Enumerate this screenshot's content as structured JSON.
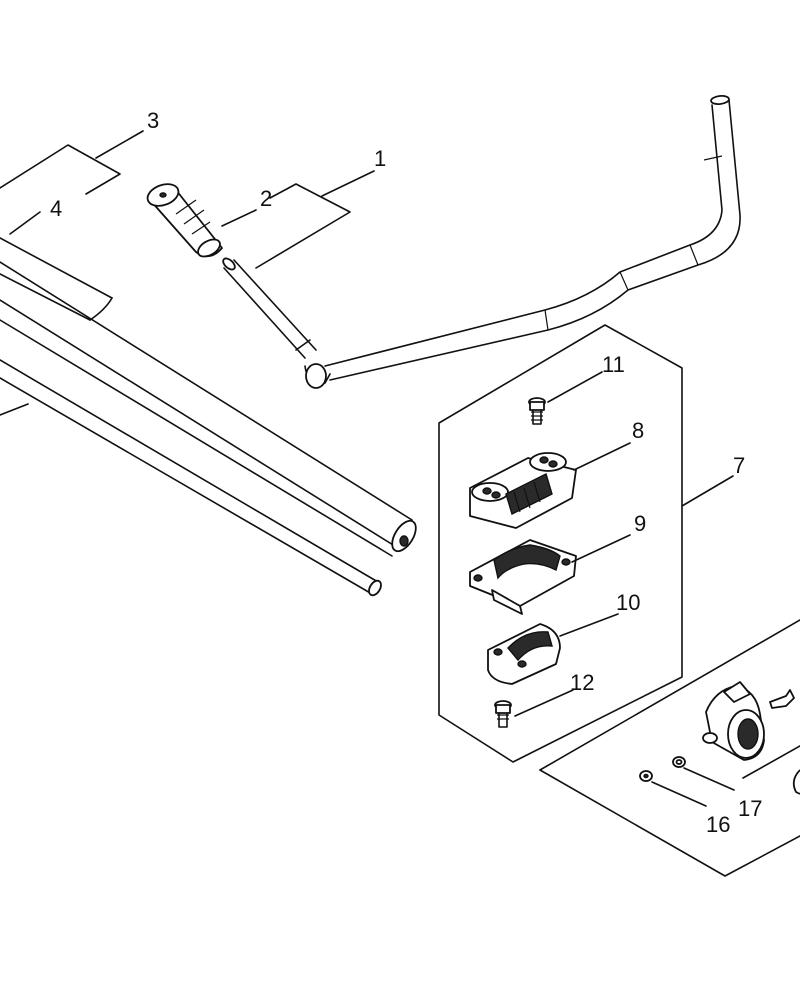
{
  "callouts": [
    {
      "id": "1",
      "label": "1"
    },
    {
      "id": "2",
      "label": "2"
    },
    {
      "id": "3",
      "label": "3"
    },
    {
      "id": "4",
      "label": "4"
    },
    {
      "id": "7",
      "label": "7"
    },
    {
      "id": "8",
      "label": "8"
    },
    {
      "id": "9",
      "label": "9"
    },
    {
      "id": "10",
      "label": "10"
    },
    {
      "id": "11",
      "label": "11"
    },
    {
      "id": "12",
      "label": "12"
    },
    {
      "id": "16",
      "label": "16"
    },
    {
      "id": "17",
      "label": "17"
    }
  ],
  "colors": {
    "line": "#111111",
    "background": "#ffffff",
    "dark_fill": "#2a2a2a"
  }
}
